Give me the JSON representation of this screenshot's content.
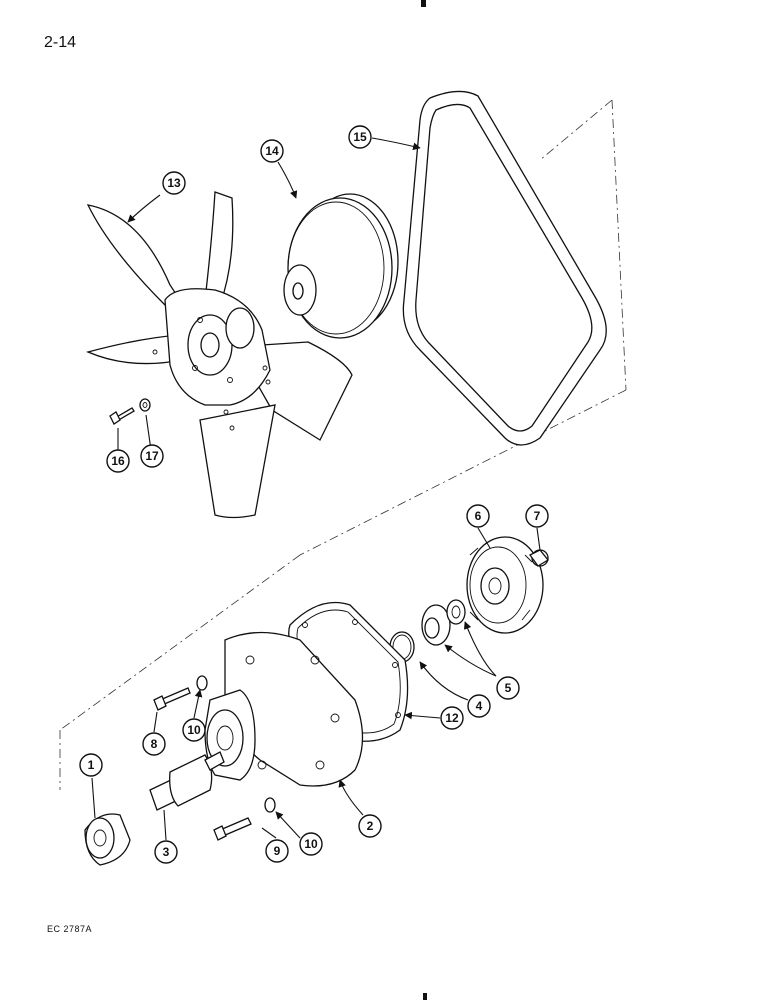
{
  "page": {
    "number": "2-14",
    "figure_code": "EC 2787A"
  },
  "callouts": [
    {
      "id": "1",
      "label": "1"
    },
    {
      "id": "2",
      "label": "2"
    },
    {
      "id": "3",
      "label": "3"
    },
    {
      "id": "4",
      "label": "4"
    },
    {
      "id": "5",
      "label": "5"
    },
    {
      "id": "6",
      "label": "6"
    },
    {
      "id": "7",
      "label": "7"
    },
    {
      "id": "8",
      "label": "8"
    },
    {
      "id": "9",
      "label": "9"
    },
    {
      "id": "10a",
      "label": "10"
    },
    {
      "id": "10b",
      "label": "10"
    },
    {
      "id": "12",
      "label": "12"
    },
    {
      "id": "13",
      "label": "13"
    },
    {
      "id": "14",
      "label": "14"
    },
    {
      "id": "15",
      "label": "15"
    },
    {
      "id": "16",
      "label": "16"
    },
    {
      "id": "17",
      "label": "17"
    }
  ]
}
